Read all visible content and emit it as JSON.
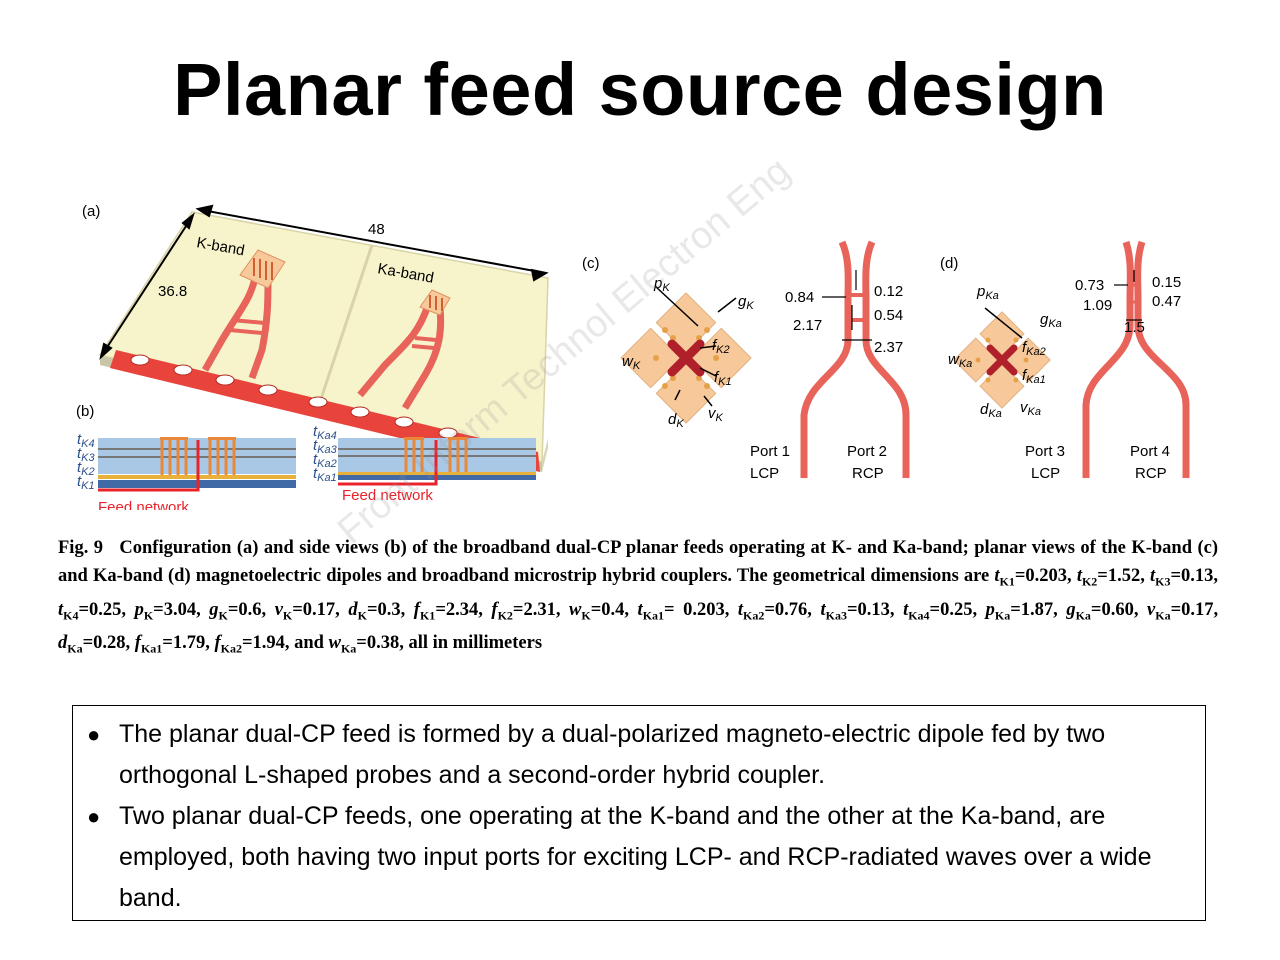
{
  "title": "Planar feed source design",
  "figure": {
    "panel_a": {
      "label": "(a)",
      "dim_length": "48",
      "dim_width": "36.8",
      "band1": "K-band",
      "band2": "Ka-band"
    },
    "panel_b": {
      "label": "(b)",
      "k_layers": [
        "t",
        "t",
        "t",
        "t"
      ],
      "k_layer_subs": [
        "K4",
        "K3",
        "K2",
        "K1"
      ],
      "ka_layer_subs": [
        "Ka4",
        "Ka3",
        "Ka2",
        "Ka1"
      ],
      "feed_label": "Feed network"
    },
    "panel_c": {
      "label": "(c)",
      "p": "p",
      "p_sub": "K",
      "g": "g",
      "g_sub": "K",
      "w": "w",
      "w_sub": "K",
      "f2": "f",
      "f2_sub": "K2",
      "f1": "f",
      "f1_sub": "K1",
      "d": "d",
      "d_sub": "K",
      "v": "v",
      "v_sub": "K",
      "dims": [
        "0.84",
        "0.12",
        "2.17",
        "0.54",
        "2.37"
      ],
      "port1": "Port 1",
      "port1_pol": "LCP",
      "port2": "Port 2",
      "port2_pol": "RCP"
    },
    "panel_d": {
      "label": "(d)",
      "p": "p",
      "p_sub": "Ka",
      "g": "g",
      "g_sub": "Ka",
      "w": "w",
      "w_sub": "Ka",
      "f2": "f",
      "f2_sub": "Ka2",
      "f1": "f",
      "f1_sub": "Ka1",
      "d": "d",
      "d_sub": "Ka",
      "v": "v",
      "v_sub": "Ka",
      "dims": [
        "0.73",
        "0.15",
        "1.09",
        "0.47",
        "1.5"
      ],
      "port3": "Port 3",
      "port3_pol": "LCP",
      "port4": "Port 4",
      "port4_pol": "RCP"
    },
    "colors": {
      "substrate": "#f7f4cc",
      "patch": "#f7c99a",
      "trace": "#e8645a",
      "feed_red": "#e8232b",
      "layer_blue": "#a9c8e6",
      "layer_dark": "#3f6aa6"
    }
  },
  "caption": {
    "fig_label": "Fig. 9",
    "text1": "Configuration (a) and side views (b) of the broadband dual-CP planar feeds operating at K- and Ka-band; planar views of the K-band (c) and Ka-band (d) magnetoelectric dipoles and broadband microstrip hybrid couplers. The geometrical dimensions are ",
    "params": [
      {
        "v": "t",
        "s": "K1",
        "val": "=0.203, "
      },
      {
        "v": "t",
        "s": "K2",
        "val": "=1.52, "
      },
      {
        "v": "t",
        "s": "K3",
        "val": "=0.13, "
      },
      {
        "v": "t",
        "s": "K4",
        "val": "=0.25, "
      },
      {
        "v": "p",
        "s": "K",
        "val": "=3.04, "
      },
      {
        "v": "g",
        "s": "K",
        "val": "=0.6, "
      },
      {
        "v": "v",
        "s": "K",
        "val": "=0.17, "
      },
      {
        "v": "d",
        "s": "K",
        "val": "=0.3, "
      },
      {
        "v": "f",
        "s": "K1",
        "val": "=2.34, "
      },
      {
        "v": "f",
        "s": "K2",
        "val": "=2.31, "
      },
      {
        "v": "w",
        "s": "K",
        "val": "=0.4, "
      },
      {
        "v": "t",
        "s": "Ka1",
        "val": "= 0.203, "
      },
      {
        "v": "t",
        "s": "Ka2",
        "val": "=0.76, "
      },
      {
        "v": "t",
        "s": "Ka3",
        "val": "=0.13, "
      },
      {
        "v": "t",
        "s": "Ka4",
        "val": "=0.25, "
      },
      {
        "v": "p",
        "s": "Ka",
        "val": "=1.87, "
      },
      {
        "v": "g",
        "s": "Ka",
        "val": "=0.60, "
      },
      {
        "v": "v",
        "s": "Ka",
        "val": "=0.17, "
      },
      {
        "v": "d",
        "s": "Ka",
        "val": "=0.28, "
      },
      {
        "v": "f",
        "s": "Ka1",
        "val": "=1.79, "
      },
      {
        "v": "f",
        "s": "Ka2",
        "val": "=1.94, and "
      },
      {
        "v": "w",
        "s": "Ka",
        "val": "=0.38, all in millimeters"
      }
    ]
  },
  "watermark": "Front Inform Technol Electron Eng",
  "bullets": [
    "The planar dual-CP feed is formed by a dual-polarized magneto-electric dipole fed by two orthogonal L-shaped probes and a second-order hybrid coupler.",
    "Two planar dual-CP feeds, one operating at the K-band and the other at the Ka-band, are employed, both having two input ports for exciting LCP- and RCP-radiated waves over a wide band."
  ]
}
